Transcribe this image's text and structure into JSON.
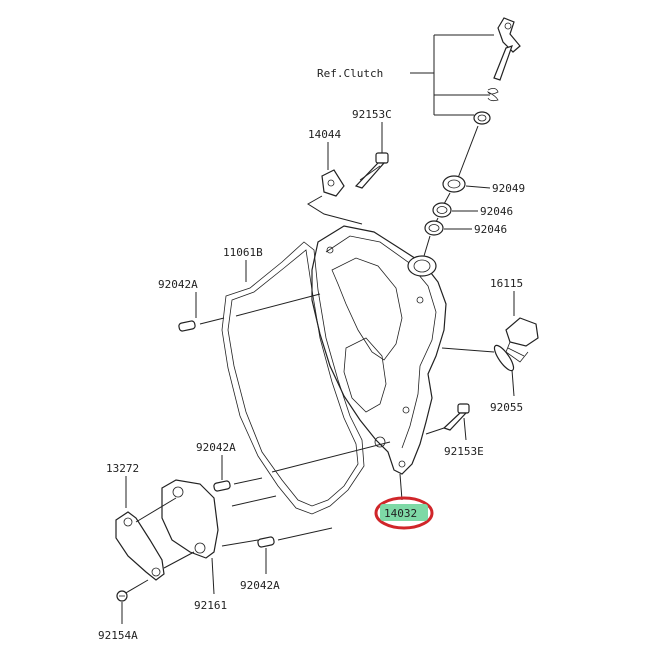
{
  "labels": {
    "ref_clutch": "Ref.Clutch",
    "p92153C": "92153C",
    "p14044": "14044",
    "p92049": "92049",
    "p92046a": "92046",
    "p92046b": "92046",
    "p11061B": "11061B",
    "p92042A_top": "92042A",
    "p16115": "16115",
    "p92055": "92055",
    "p92153E": "92153E",
    "p92042A_mid": "92042A",
    "p13272": "13272",
    "p14032": "14032",
    "p92161": "92161",
    "p92042A_bot": "92042A",
    "p92154A": "92154A"
  },
  "colors": {
    "highlight_fill": "#7ed9a6",
    "highlight_ring": "#d0262a",
    "line": "#222222"
  }
}
